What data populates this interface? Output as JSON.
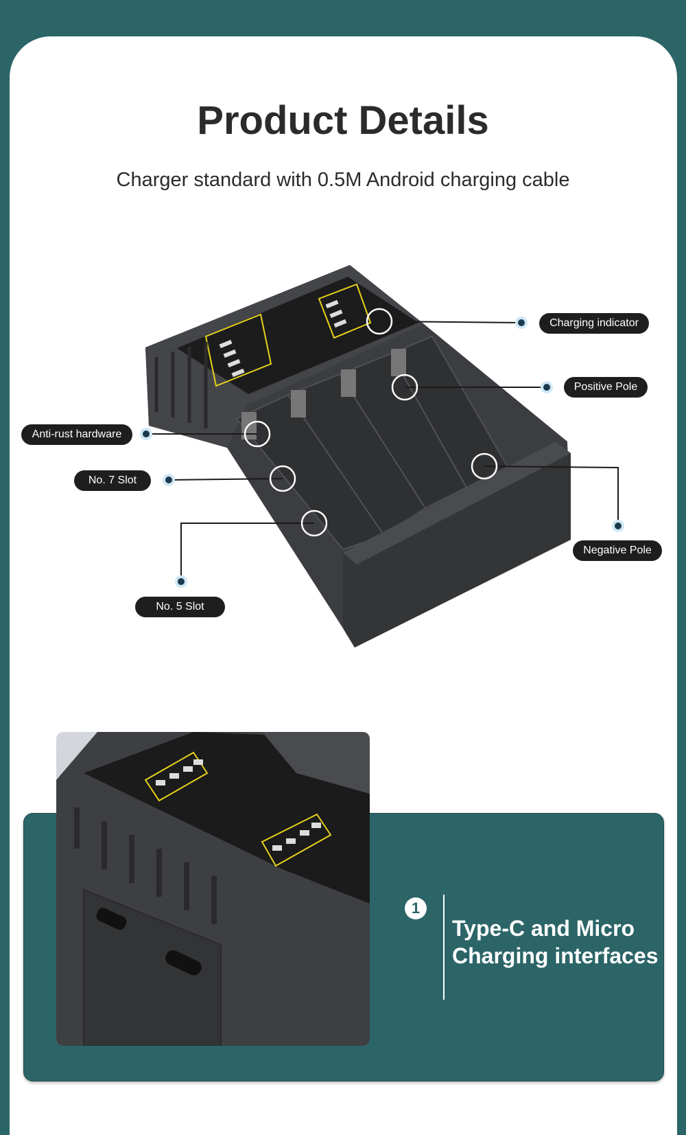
{
  "header": {
    "title": "Product Details",
    "subtitle": "Charger standard with 0.5M Android charging cable"
  },
  "callouts": {
    "charging_indicator": "Charging indicator",
    "positive_pole": "Positive Pole",
    "anti_rust": "Anti-rust hardware",
    "no7_slot": "No. 7 Slot",
    "negative_pole": "Negative Pole",
    "no5_slot": "No. 5 Slot"
  },
  "feature": {
    "number": "1",
    "line1": "Type-C and Micro",
    "line2": "Charging interfaces"
  },
  "colors": {
    "teal": "#2c6568",
    "dot": "#1b3b4d",
    "label_yellow": "#e6d21a"
  }
}
